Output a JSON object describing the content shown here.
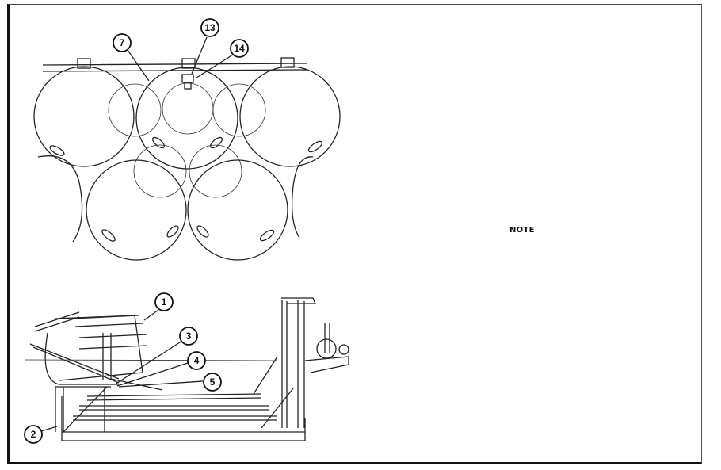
{
  "figure": {
    "top_view_callouts": [
      "7",
      "13",
      "14"
    ],
    "side_view_callouts": [
      "1",
      "3",
      "4",
      "5",
      "2"
    ]
  },
  "note": {
    "label": "NOTE"
  }
}
